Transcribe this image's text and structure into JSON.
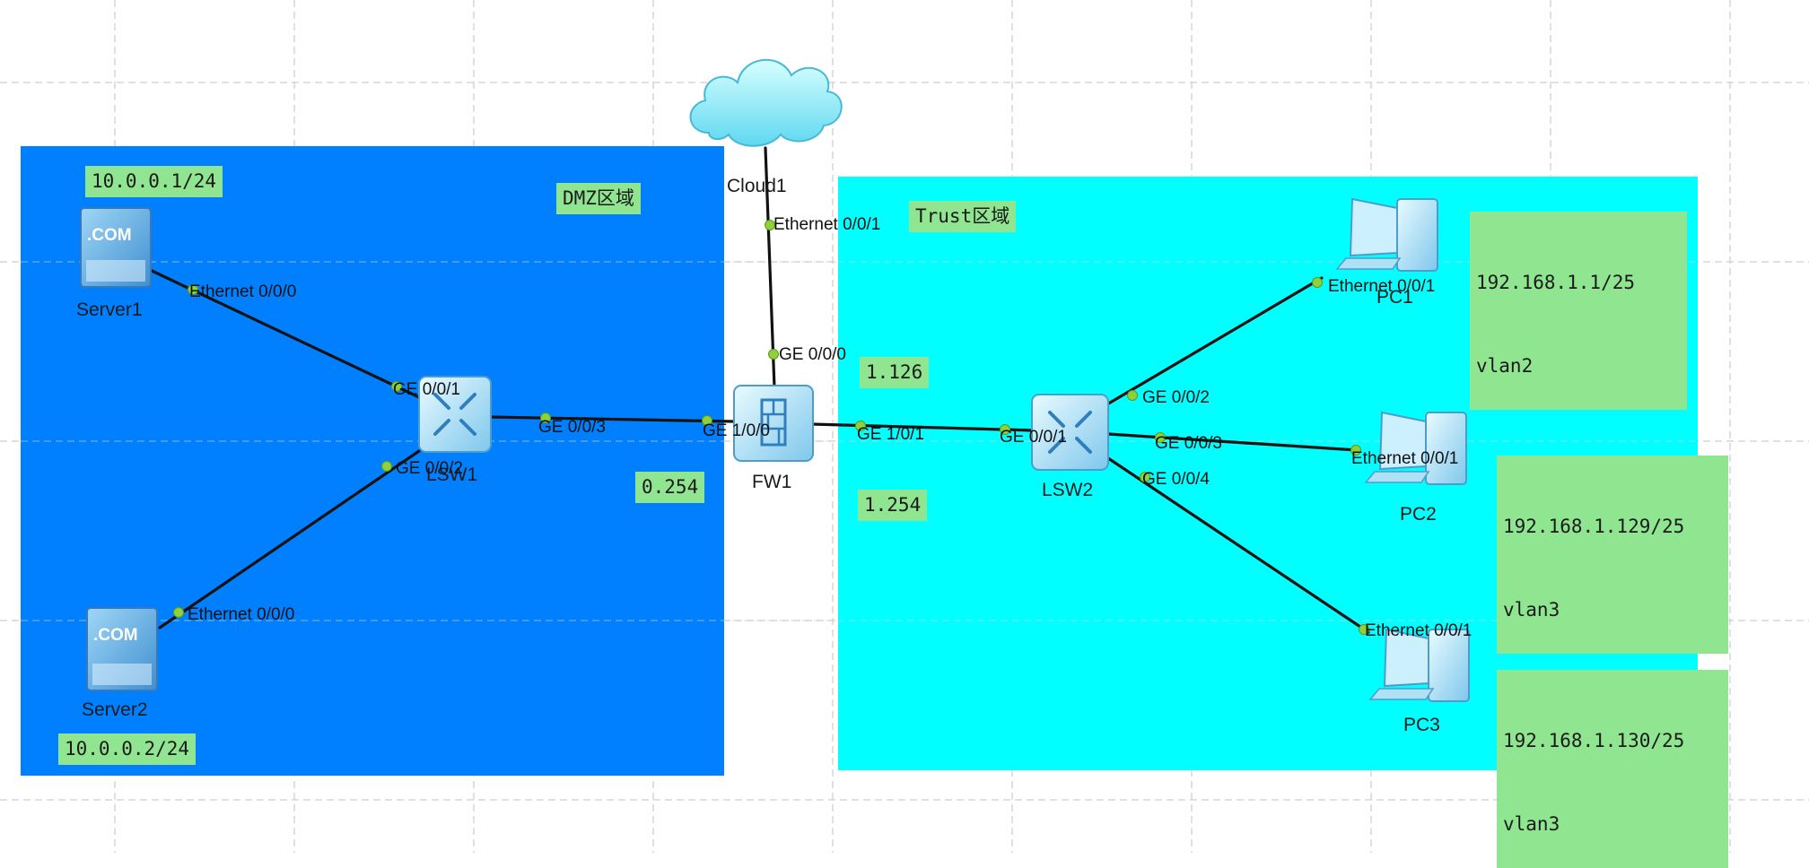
{
  "zones": {
    "dmz": {
      "label": "DMZ区域",
      "color": "#0080ff"
    },
    "trust": {
      "label": "Trust区域",
      "color": "#00ffff"
    }
  },
  "notes": {
    "server1_ip": "10.0.0.1/24",
    "server2_ip": "10.0.0.2/24",
    "fw_dmz_ip": "0.254",
    "fw_trust_ip": "1.254",
    "fw_cloud_ip": "1.126",
    "pc1_ip": "192.168.1.1/25",
    "pc1_vlan": "vlan2",
    "pc2_ip": "192.168.1.129/25",
    "pc2_vlan": "vlan3",
    "pc3_ip": "192.168.1.130/25",
    "pc3_vlan": "vlan3"
  },
  "devices": {
    "cloud1": "Cloud1",
    "server1": "Server1",
    "server2": "Server2",
    "lsw1": "LSW1",
    "fw1": "FW1",
    "lsw2": "LSW2",
    "pc1": "PC1",
    "pc2": "PC2",
    "pc3": "PC3",
    "server_badge": ".COM"
  },
  "ports": {
    "server1_eth": "Ethernet 0/0/0",
    "lsw1_ge1": "GE 0/0/1",
    "lsw1_ge2": "GE 0/0/2",
    "lsw1_ge3": "GE 0/0/3",
    "server2_eth": "Ethernet 0/0/0",
    "cloud_eth": "Ethernet 0/0/1",
    "fw_ge000": "GE 0/0/0",
    "fw_ge100": "GE 1/0/0",
    "fw_ge101": "GE 1/0/1",
    "lsw2_ge1": "GE 0/0/1",
    "lsw2_ge2": "GE 0/0/2",
    "lsw2_ge3": "GE 0/0/3",
    "lsw2_ge4": "GE 0/0/4",
    "pc1_eth": "Ethernet 0/0/1",
    "pc2_eth": "Ethernet 0/0/1",
    "pc3_eth": "Ethernet 0/0/1"
  },
  "colors": {
    "link": "#111111",
    "port_dot": "#8fd13a",
    "note_bg": "#90e690",
    "grid": "#cfcfcf"
  }
}
